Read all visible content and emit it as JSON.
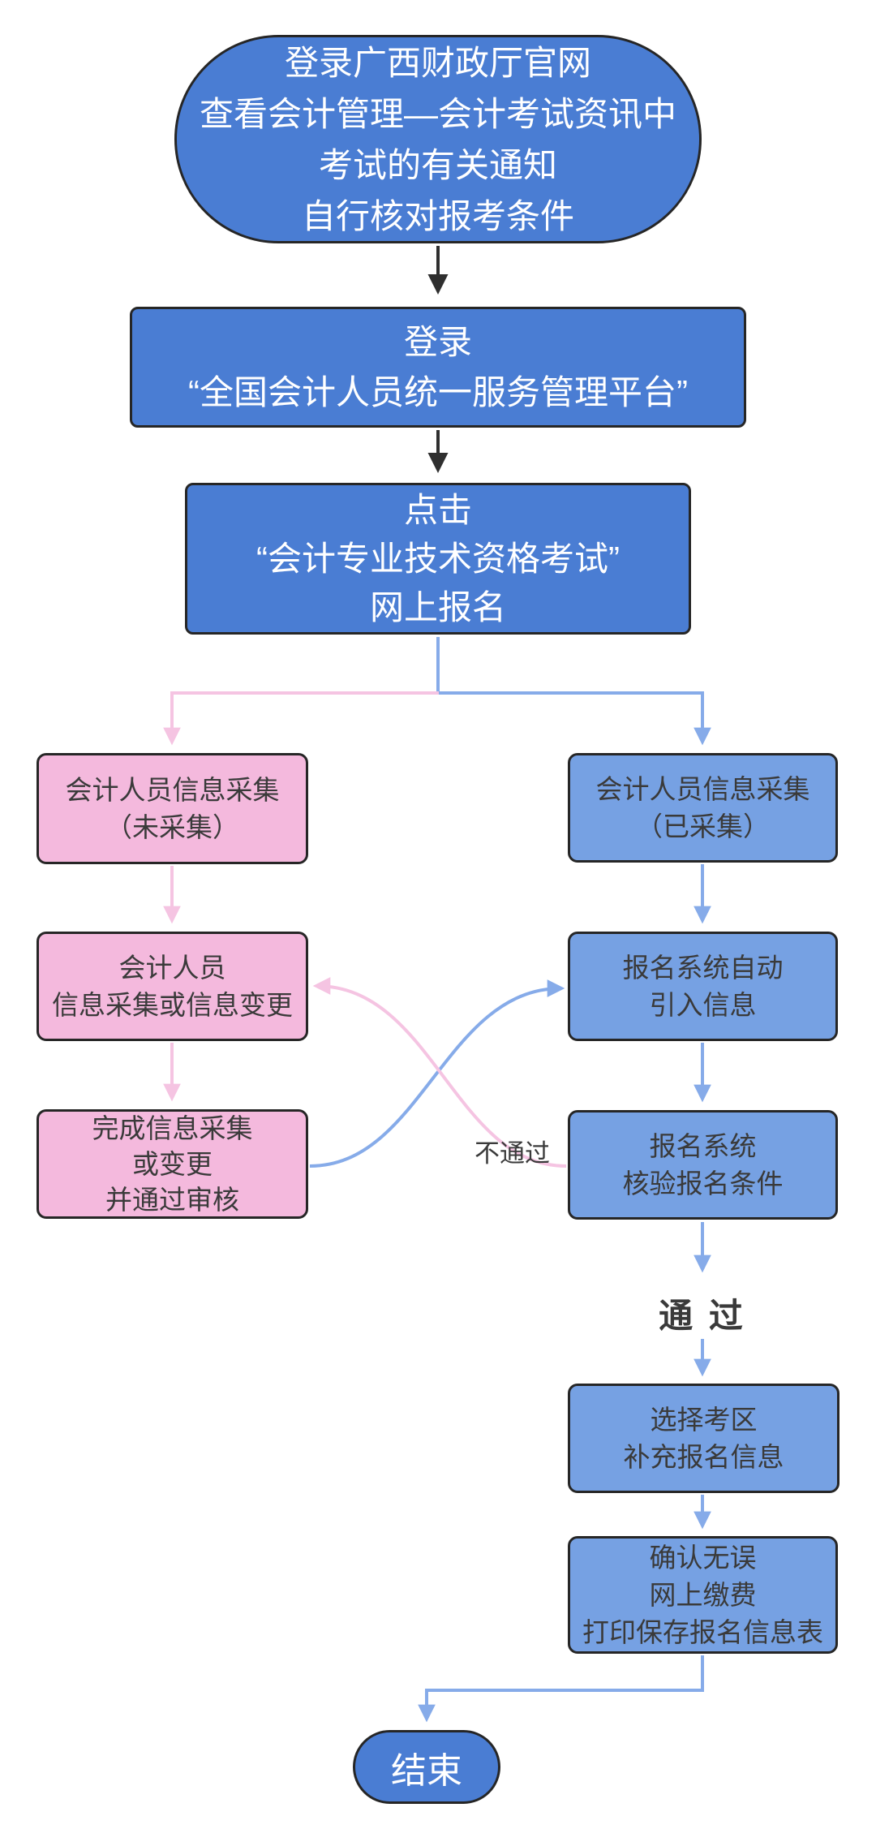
{
  "palette": {
    "primary_blue": "#4a7dd3",
    "light_blue": "#76a1e3",
    "pink": "#f4b9dd",
    "arrow_blue": "#86abe9",
    "arrow_pink": "#f5c4e2",
    "arrow_black": "#2f2f2f",
    "node_border": "#262626",
    "text_dark": "#3a3a3a",
    "text_light": "#ffffff"
  },
  "nodes": {
    "start": {
      "lines": [
        "登录广西财政厅官网",
        "查看会计管理—会计考试资讯中",
        "考试的有关通知",
        "自行核对报考条件"
      ]
    },
    "login": {
      "lines": [
        "登录",
        "“全国会计人员统一服务管理平台”"
      ]
    },
    "click": {
      "lines": [
        "点击",
        "“会计专业技术资格考试”",
        "网上报名"
      ]
    },
    "collect_not": {
      "lines": [
        "会计人员信息采集",
        "（未采集）"
      ]
    },
    "collect_done": {
      "lines": [
        "会计人员信息采集",
        "（已采集）"
      ]
    },
    "collect_change": {
      "lines": [
        "会计人员",
        "信息采集或信息变更"
      ]
    },
    "auto_import": {
      "lines": [
        "报名系统自动",
        "引入信息"
      ]
    },
    "finish_collect": {
      "lines": [
        "完成信息采集",
        "或变更",
        "并通过审核"
      ]
    },
    "verify": {
      "lines": [
        "报名系统",
        "核验报名条件"
      ]
    },
    "choose_area": {
      "lines": [
        "选择考区",
        "补充报名信息"
      ]
    },
    "confirm_pay": {
      "lines": [
        "确认无误",
        "网上缴费",
        "打印保存报名信息表"
      ]
    },
    "end": {
      "lines": [
        "结束"
      ]
    }
  },
  "edge_labels": {
    "fail": "不通过",
    "pass": "通  过"
  }
}
